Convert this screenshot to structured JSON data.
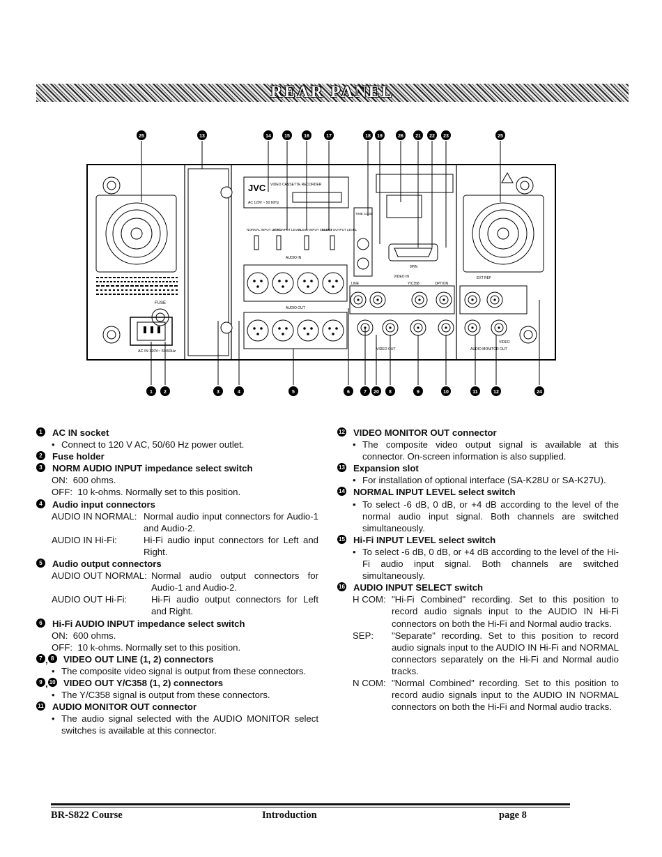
{
  "banner": {
    "title": "REAR PANEL"
  },
  "callouts_top": [
    "25",
    "13",
    "14",
    "15",
    "16",
    "17",
    "18",
    "19",
    "26",
    "21",
    "22",
    "23",
    "25"
  ],
  "callouts_bottom": [
    "1",
    "2",
    "3",
    "4",
    "5",
    "6",
    "7",
    "20",
    "8",
    "9",
    "10",
    "11",
    "12",
    "24"
  ],
  "panel_labels": {
    "vcr_brand": "JVC",
    "vcr_label": "VIDEO CASSETTE RECORDER",
    "power_rating": "AC 120V ~ 50 60Hz",
    "normal_input_level": "NORMAL INPUT LEVEL",
    "hifi_input_level": "Hi-Fi INPUT LEVEL",
    "audio_input_select": "AUDIO INPUT SELECT",
    "audio_output_level": "AUDIO OUTPUT LEVEL",
    "audio_in": "AUDIO IN",
    "audio_out": "AUDIO OUT",
    "video_in": "VIDEO IN",
    "video_out": "VIDEO OUT",
    "line": "LINE",
    "yc358": "Y/C358",
    "option": "OPTION",
    "ext_ref": "EXT REF",
    "ac_in": "AC IN 120V~ 50/60Hz",
    "fuse": "FUSE",
    "time_code": "TIME CODE",
    "audio_monitor_out": "AUDIO MONITOR OUT",
    "video": "VIDEO",
    "pin9": "9PIN"
  },
  "left_column": {
    "s1": {
      "num": "1",
      "title": "AC IN socket",
      "bullet": "Connect to 120 V AC, 50/60 Hz power outlet."
    },
    "s2": {
      "num": "2",
      "title": "Fuse holder"
    },
    "s3": {
      "num": "3",
      "title": "NORM AUDIO INPUT impedance select switch",
      "on_k": "ON:",
      "on_v": "600 ohms.",
      "off_k": "OFF:",
      "off_v": "10 k-ohms. Normally set to this position."
    },
    "s4": {
      "num": "4",
      "title": "Audio input connectors",
      "r1k": "AUDIO IN NORMAL:",
      "r1v": "Normal audio input connectors for Audio-1 and Audio-2.",
      "r2k": "AUDIO IN Hi-Fi:",
      "r2v": "Hi-Fi audio input connectors for Left and Right."
    },
    "s5": {
      "num": "5",
      "title": "Audio output connectors",
      "r1k": "AUDIO OUT NORMAL:",
      "r1v": "Normal audio output connectors for Audio-1 and Audio-2.",
      "r2k": "AUDIO OUT Hi-Fi:",
      "r2v": "Hi-Fi audio output connectors for Left and Right."
    },
    "s6": {
      "num": "6",
      "title": "Hi-Fi AUDIO INPUT impedance select switch",
      "on_k": "ON:",
      "on_v": "600 ohms.",
      "off_k": "OFF:",
      "off_v": "10 k-ohms. Normally set to this position."
    },
    "s7": {
      "num_a": "7",
      "num_b": "8",
      "title": "VIDEO OUT LINE (1, 2) connectors",
      "bullet": "The composite video signal is output from these connectors."
    },
    "s9": {
      "num_a": "9",
      "num_b": "10",
      "title": "VIDEO OUT Y/C358 (1, 2) connectors",
      "bullet": "The Y/C358 signal is output from these connectors."
    },
    "s11": {
      "num": "11",
      "title": "AUDIO MONITOR OUT connector",
      "bullet": "The audio signal selected with the AUDIO MONITOR select switches is available at this connector."
    }
  },
  "right_column": {
    "s12": {
      "num": "12",
      "title": "VIDEO MONITOR OUT connector",
      "bullet": "The composite video output signal is available at this connector.  On-screen information is also supplied."
    },
    "s13": {
      "num": "13",
      "title": "Expansion slot",
      "bullet": "For installation of optional interface (SA-K28U or SA-K27U)."
    },
    "s14": {
      "num": "14",
      "title": "NORMAL INPUT LEVEL select switch",
      "bullet": "To select -6 dB, 0 dB, or +4 dB according to the level of the normal audio input signal.  Both channels are switched simultaneously."
    },
    "s15": {
      "num": "15",
      "title": "Hi-Fi INPUT LEVEL select switch",
      "bullet": "To select -6 dB, 0 dB, or +4 dB according to the level of the Hi-Fi audio input signal.  Both channels are switched simultaneously."
    },
    "s16": {
      "num": "16",
      "title": "AUDIO INPUT SELECT switch",
      "r1k": "H COM:",
      "r1v": "\"Hi-Fi Combined\" recording. Set to this position to record audio signals input to the AUDIO IN Hi-Fi connectors on both the Hi-Fi and Normal audio tracks.",
      "r2k": "SEP:",
      "r2v": "\"Separate\" recording.  Set to this position to record audio signals input to the AUDIO IN Hi-Fi and NORMAL connectors separately on the Hi-Fi and Normal audio tracks.",
      "r3k": "N COM:",
      "r3v": "\"Normal Combined\" recording.  Set to this position to record audio signals input to the AUDIO IN NORMAL connectors on both the Hi-Fi and Normal audio tracks."
    }
  },
  "footer": {
    "left": "BR-S822 Course",
    "center": "Introduction",
    "right": "page 8"
  }
}
